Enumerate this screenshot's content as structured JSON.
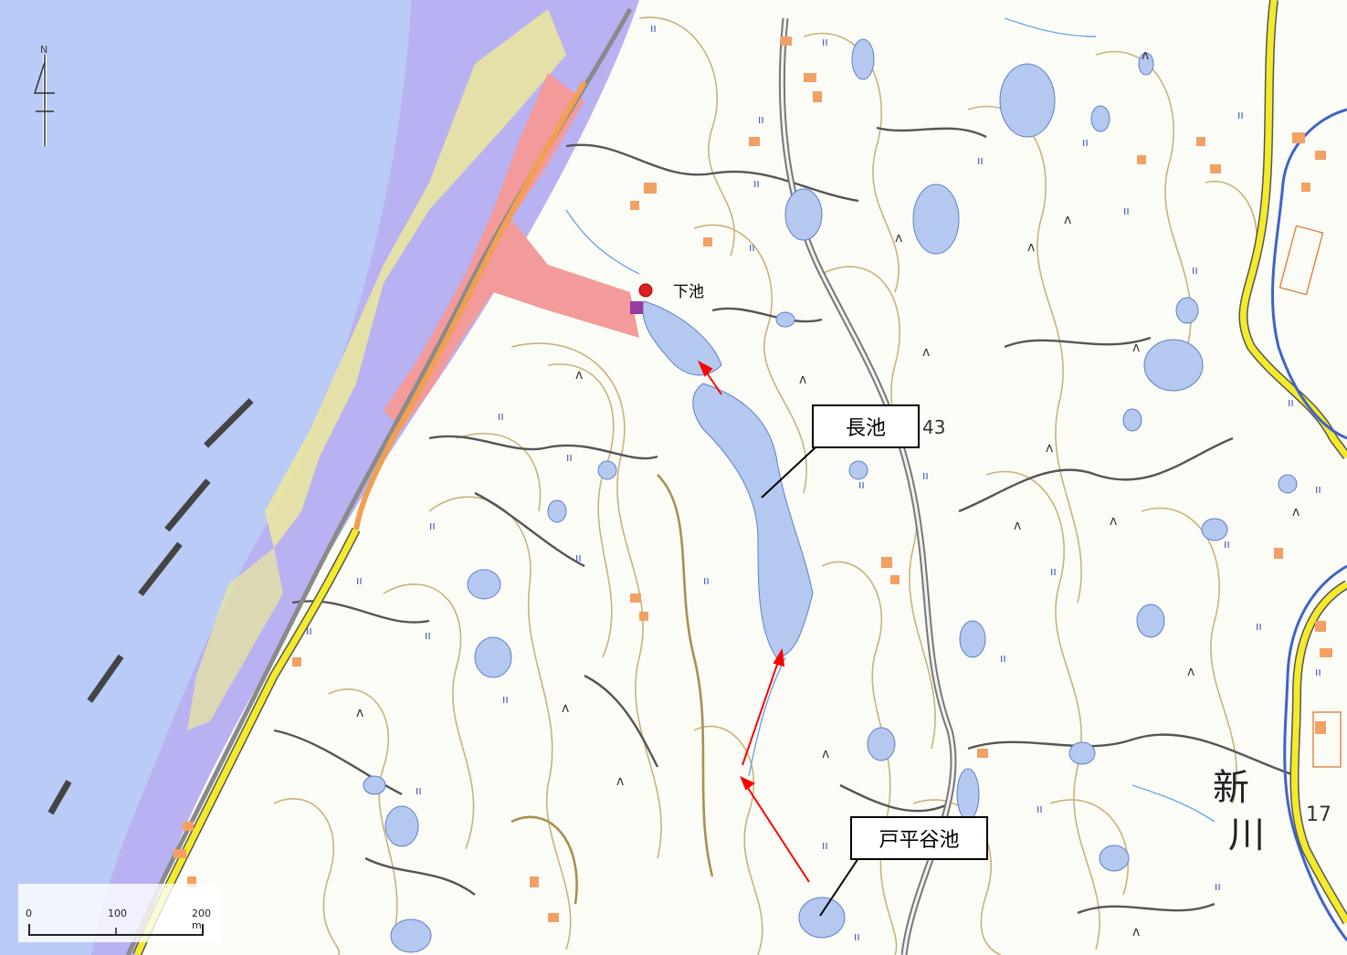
{
  "map": {
    "north_label": "N",
    "labels": {
      "shimoike": "下池",
      "route_number": "43",
      "river_line1": "新",
      "river_line2": "川",
      "road_number": "17"
    },
    "callouts": {
      "nagaike": "長池",
      "tohiradani": "戸平谷池"
    },
    "scale": {
      "tick_0": "0",
      "tick_100": "100",
      "tick_200": "200 m"
    },
    "colors": {
      "sea": "#b9cbf6",
      "flood_zone": "#b8b2f2",
      "flood_yellow": "#ece89a",
      "flood_red": "#f39a9a",
      "pond": "#b4c8f0",
      "contour": "#c9b27a",
      "road_main": "#f4ea2a",
      "river": "#3f63c8",
      "building": "#f2a064",
      "arrow": "#ff0000"
    }
  }
}
